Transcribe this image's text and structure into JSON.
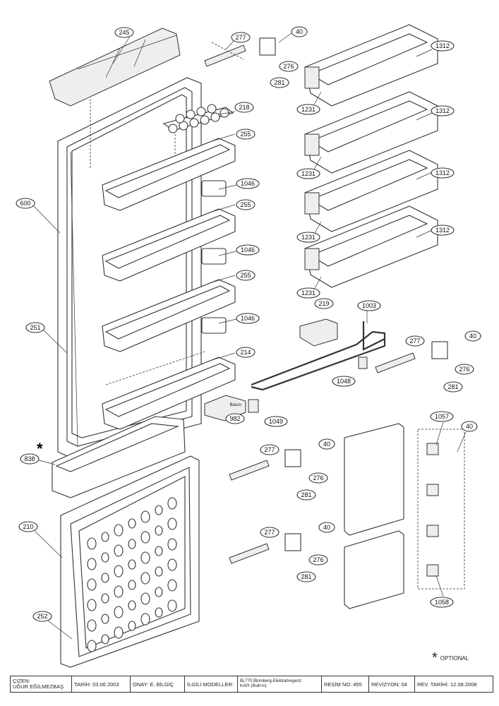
{
  "callouts": {
    "c245": "245",
    "c277a": "277",
    "c40a": "40",
    "c276a": "276",
    "c281a": "281",
    "c218": "218",
    "c255a": "255",
    "c255b": "255",
    "c255c": "255",
    "c1046a": "1046",
    "c1046b": "1046",
    "c1046c": "1046",
    "c600": "600",
    "c251": "251",
    "c214": "214",
    "c1312a": "1312",
    "c1312b": "1312",
    "c1312c": "1312",
    "c1312d": "1312",
    "c1231a": "1231",
    "c1231b": "1231",
    "c1231c": "1231",
    "c1231d": "1231",
    "c219": "219",
    "c1003": "1003",
    "c40b": "40",
    "c277b": "277",
    "c276b": "276",
    "c281b": "281",
    "c1048": "1048",
    "c982": "982",
    "c1049": "1049",
    "c838": "838",
    "c277c": "277",
    "c40c": "40",
    "c276c": "276",
    "c281c": "281",
    "c1057": "1057",
    "c40d": "40",
    "c1058": "1058",
    "c210": "210",
    "c277d": "277",
    "c40e": "40",
    "c276d": "276",
    "c281d": "281",
    "c252": "252"
  },
  "optional_star": "*",
  "optional_label": "OPTIONAL",
  "part_982_text": "Basıcı",
  "title_block": {
    "cizen_label": "ÇİZEN:",
    "cizen_name": "UĞUR EĞİLMEZBAŞ",
    "tarih": "TARİH: 03.06.2003",
    "onay": "ONAY: E. BİLGİÇ",
    "ilgili_label": "İLGİLİ MODELLER:",
    "ilgili_line1": "BL770 Blomberg-Elektrabregenz",
    "ilgili_line2": "KAPI (Built-in)",
    "resim": "RESİM NO: 455",
    "revizyon": "REVİZYON: 04",
    "rev_tarihi": "REV. TARİHİ: 12.08.2008"
  }
}
